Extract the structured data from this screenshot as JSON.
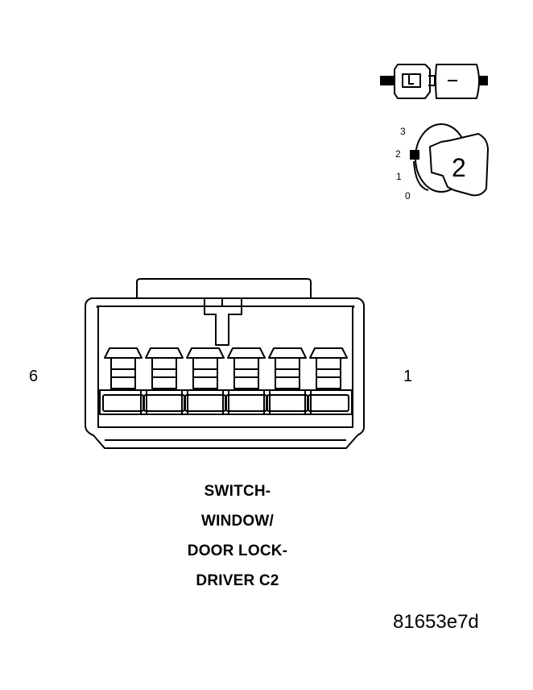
{
  "connector": {
    "pin_left_label": "6",
    "pin_right_label": "1",
    "cavity_count": 6
  },
  "orientation_icon": {
    "position_numbers": [
      "3",
      "2",
      "1",
      "0"
    ],
    "key_number": "2"
  },
  "title": {
    "lines": [
      "SWITCH-",
      "WINDOW/",
      "DOOR LOCK-",
      "DRIVER C2"
    ]
  },
  "figure_id": "81653e7d"
}
